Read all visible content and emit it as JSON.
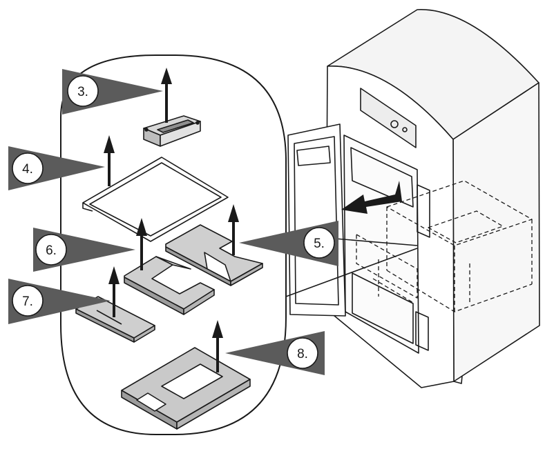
{
  "steps": [
    {
      "label": "3."
    },
    {
      "label": "4."
    },
    {
      "label": "5."
    },
    {
      "label": "6."
    },
    {
      "label": "7."
    },
    {
      "label": "8."
    }
  ],
  "colors": {
    "line": "#1a1a1a",
    "callout_wedge": "#5b5b5b",
    "insulation_fill": "#c9c9c9",
    "cabinet_fill": "#f2f2f2",
    "background": "#ffffff"
  }
}
